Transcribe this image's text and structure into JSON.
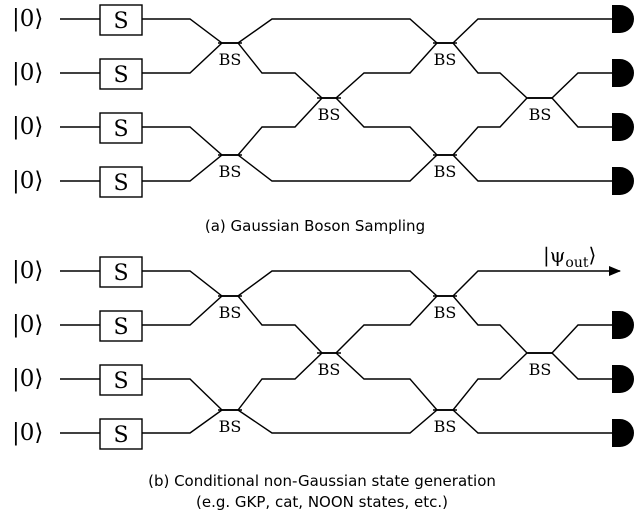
{
  "panel_a": {
    "inputs": [
      "|0⟩",
      "|0⟩",
      "|0⟩",
      "|0⟩"
    ],
    "squeezer_label": "S",
    "beamsplitter_label": "BS",
    "caption": "(a) Gaussian Boson Sampling"
  },
  "panel_b": {
    "inputs": [
      "|0⟩",
      "|0⟩",
      "|0⟩",
      "|0⟩"
    ],
    "squeezer_label": "S",
    "beamsplitter_label": "BS",
    "output_label": "|ψ",
    "output_subscript": "out",
    "output_close": "⟩",
    "caption_line1": "(b) Conditional non-Gaussian state generation",
    "caption_line2": "(e.g. GKP, cat, NOON states, etc.)"
  }
}
